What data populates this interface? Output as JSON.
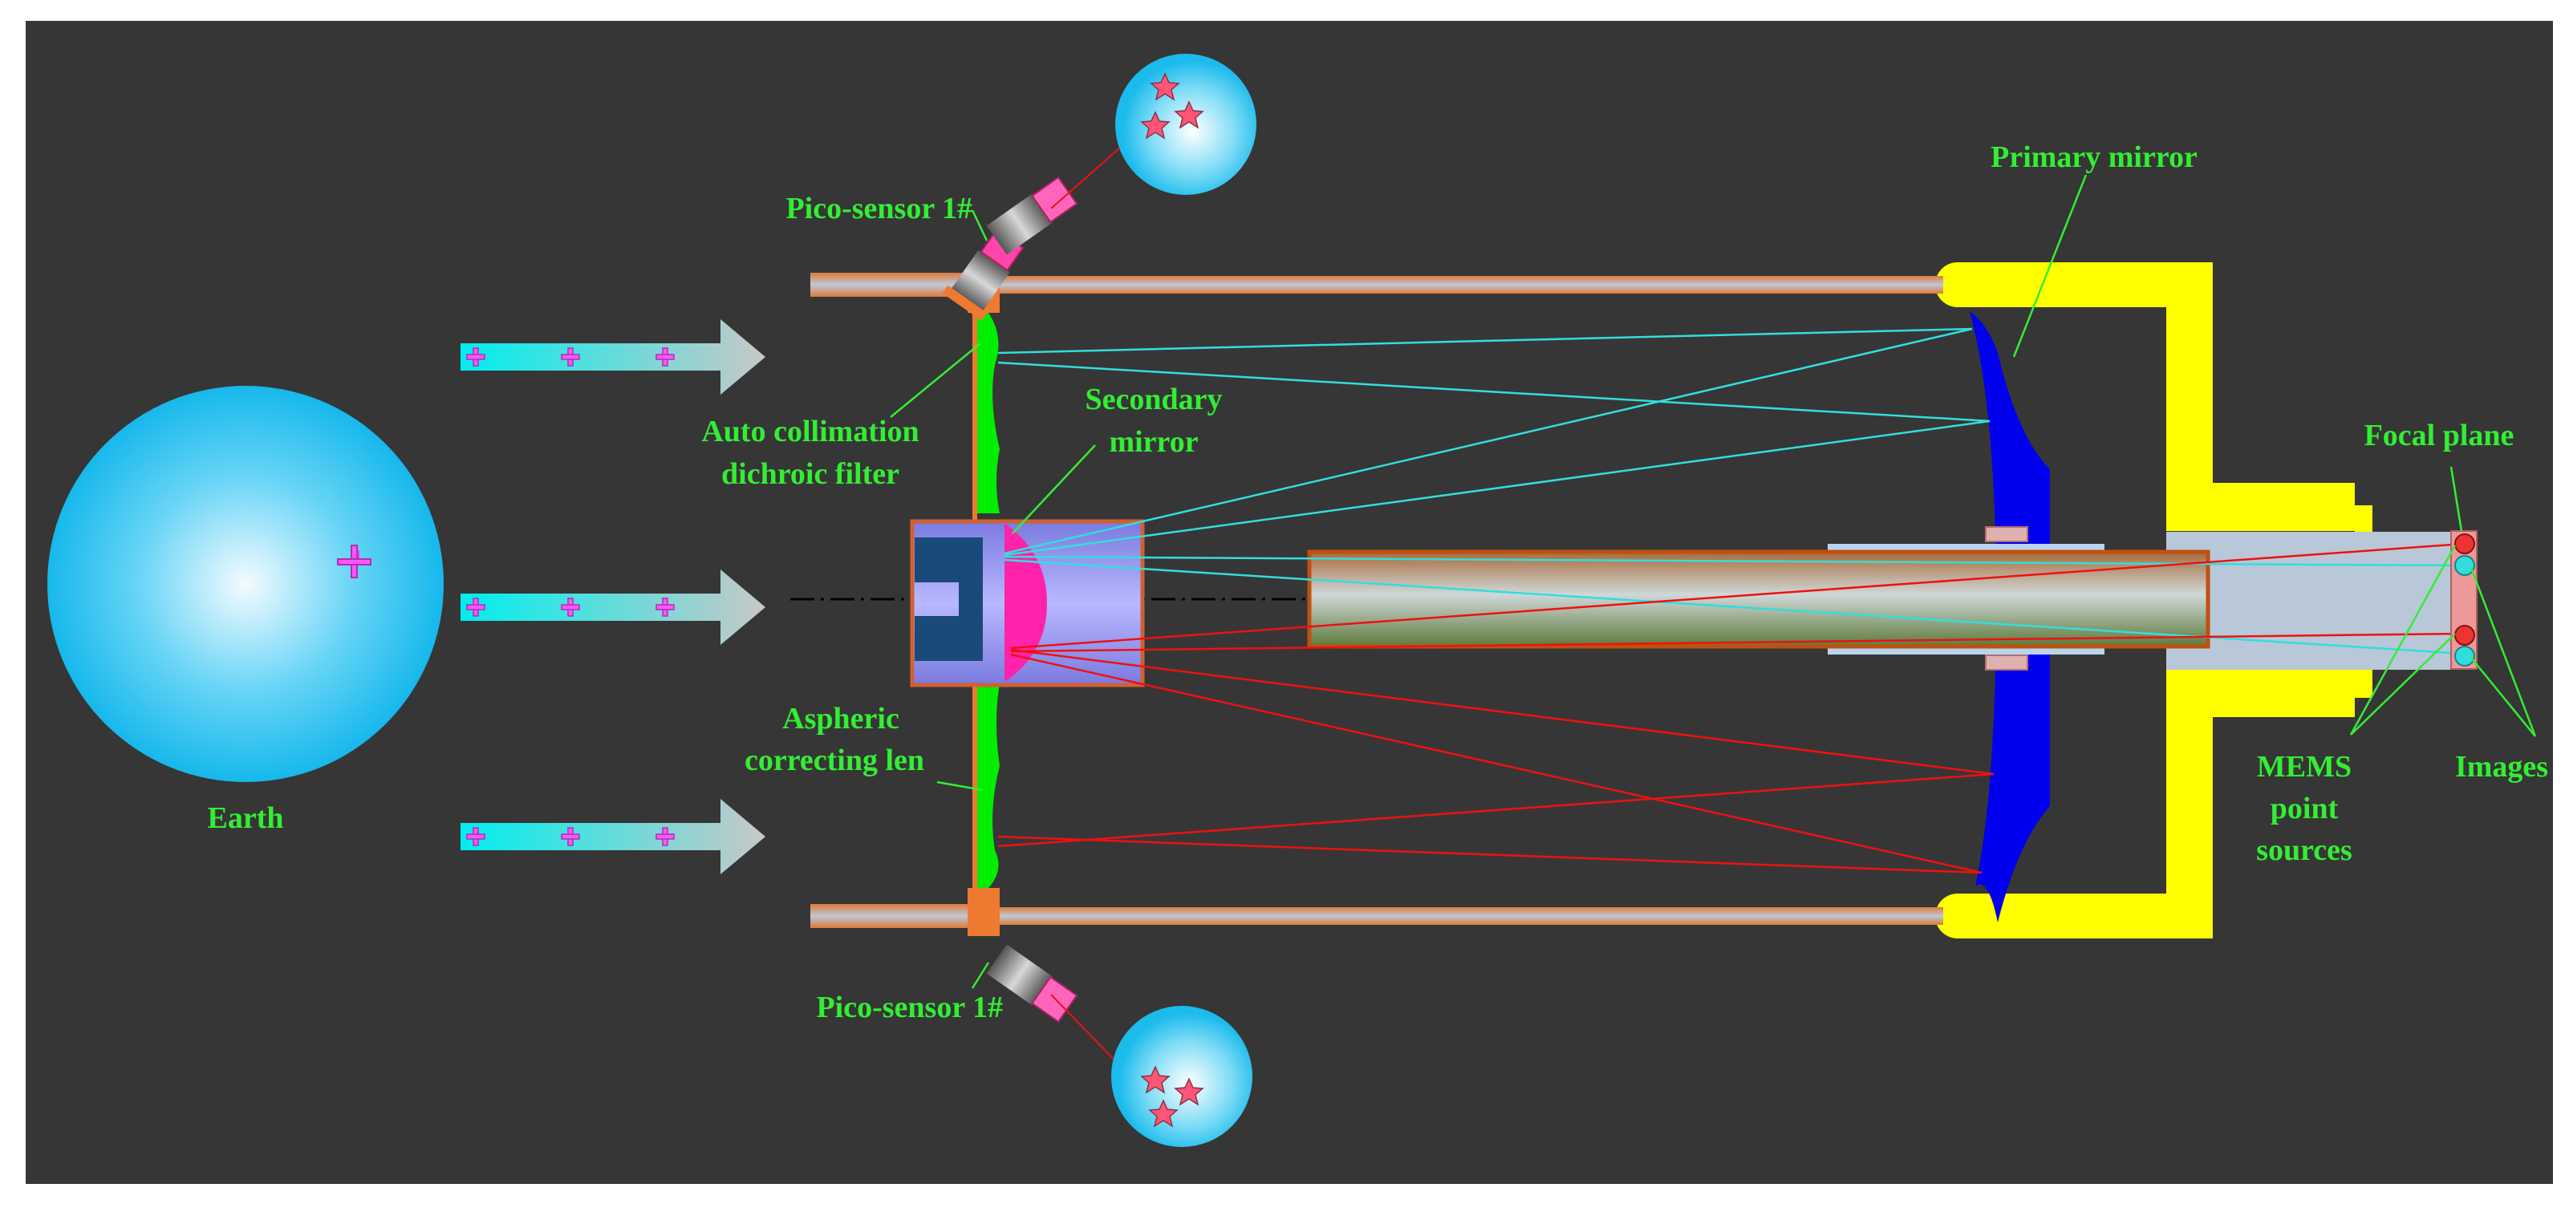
{
  "labels": {
    "earth": "Earth",
    "pico_top": "Pico-sensor 1#",
    "pico_bottom": "Pico-sensor 1#",
    "auto_line1": "Auto collimation",
    "auto_line2": "dichroic filter",
    "secondary_line1": "Secondary",
    "secondary_line2": "mirror",
    "primary": "Primary mirror",
    "aspheric_line1": "Aspheric",
    "aspheric_line2": "correcting len",
    "focal_plane": "Focal plane",
    "mems_line1": "MEMS",
    "mems_line2": "point",
    "mems_line3": "sources",
    "images": "Images"
  },
  "colors": {
    "background": "#363636",
    "label_green": "#33ee33",
    "primary_mirror": "#0000ee",
    "housing_yellow": "#ffff00",
    "secondary_mirror": "#ff22aa",
    "ray_cyan": "#33dddd",
    "ray_red": "#ee1111",
    "corrector_green": "#00ee00"
  }
}
